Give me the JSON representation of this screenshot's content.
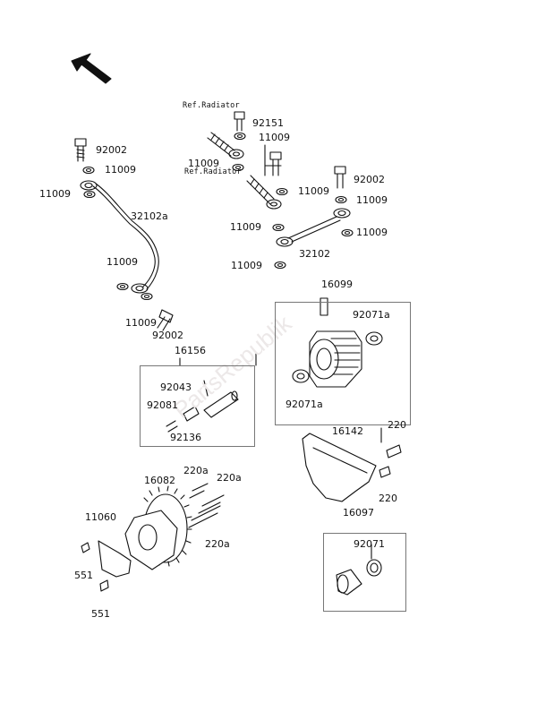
{
  "watermark": "PartsRepublik",
  "refs": {
    "radiator_top": "Ref.Radiator",
    "radiator_mid": "Ref.Radiator"
  },
  "parts": {
    "p92151": "92151",
    "p11009_a": "11009",
    "p11009_b": "11009",
    "p92002_a": "92002",
    "p11009_c": "11009",
    "p11009_d": "11009",
    "p32102a": "32102a",
    "p11009_e": "11009",
    "p11009_f": "11009",
    "p92002_b": "92002",
    "p92002_c": "92002",
    "p11009_g": "11009",
    "p11009_h": "11009",
    "p11009_i": "11009",
    "p11009_j": "11009",
    "p32102": "32102",
    "p11009_k": "11009",
    "p16099": "16099",
    "p92071a_a": "92071a",
    "p92071a_b": "92071a",
    "p16156": "16156",
    "p92043": "92043",
    "p92081": "92081",
    "p92136": "92136",
    "p220_a": "220",
    "p16142": "16142",
    "p220_b": "220",
    "p16097": "16097",
    "p220a_a": "220a",
    "p16082": "16082",
    "p220a_b": "220a",
    "p11060": "11060",
    "p220a_c": "220a",
    "p551_a": "551",
    "p551_b": "551",
    "p92071": "92071"
  }
}
